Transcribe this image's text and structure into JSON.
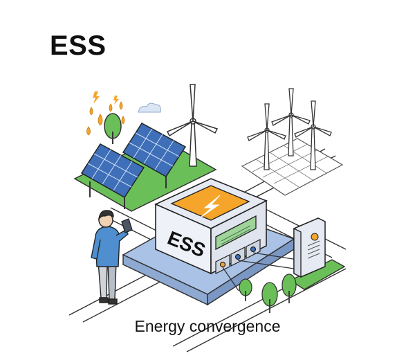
{
  "heading": "ESS",
  "caption": "Energy convergence",
  "unit": {
    "label": "ESS"
  },
  "icons": [
    "solar-panel-icon",
    "wind-turbine-icon",
    "ess-unit-icon",
    "lightning-bolt-icon",
    "person-icon",
    "tablet-icon",
    "ev-charger-icon",
    "tree-icon",
    "cloud-icon",
    "flame-icon"
  ],
  "colors": {
    "accent_orange": "#f4a52a",
    "panel_blue": "#3e6fb8",
    "grass_green": "#6bbf59",
    "person_shirt": "#4f8fd0",
    "unit_body": "#e6eaf2",
    "base_blue": "#a9c2e6"
  }
}
